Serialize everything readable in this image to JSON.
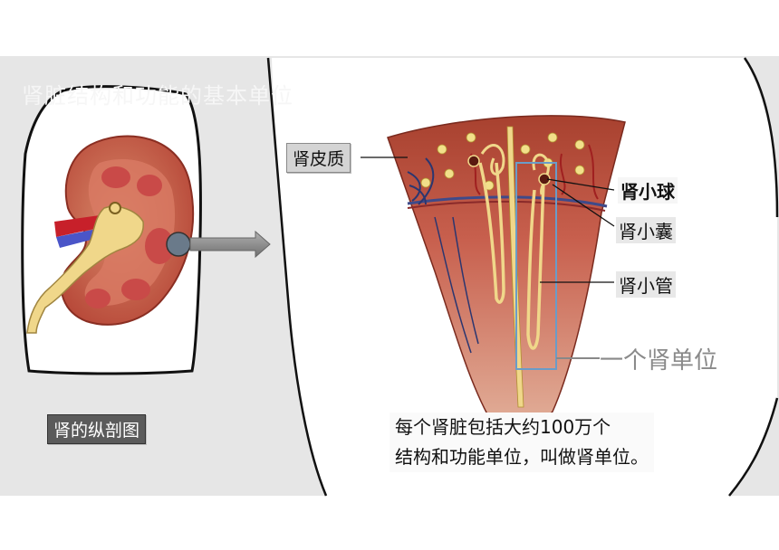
{
  "title": "肾脏结构和功能的基本单位",
  "labels": {
    "section_label": "肾的纵剖图",
    "cortex": "肾皮质",
    "glomerulus": "肾小球",
    "capsule": "肾小囊",
    "tubule": "肾小管",
    "nephron": "一个肾单位"
  },
  "caption": {
    "line1": "每个肾脏包括大约100万个",
    "line2": "结构和功能单位，叫做肾单位。"
  },
  "colors": {
    "kidney_tissue": "#c8604e",
    "tubule_yellow": "#f0d78a",
    "highlight_box": "#6a9cc8",
    "arrow": "#8e8e8e"
  }
}
